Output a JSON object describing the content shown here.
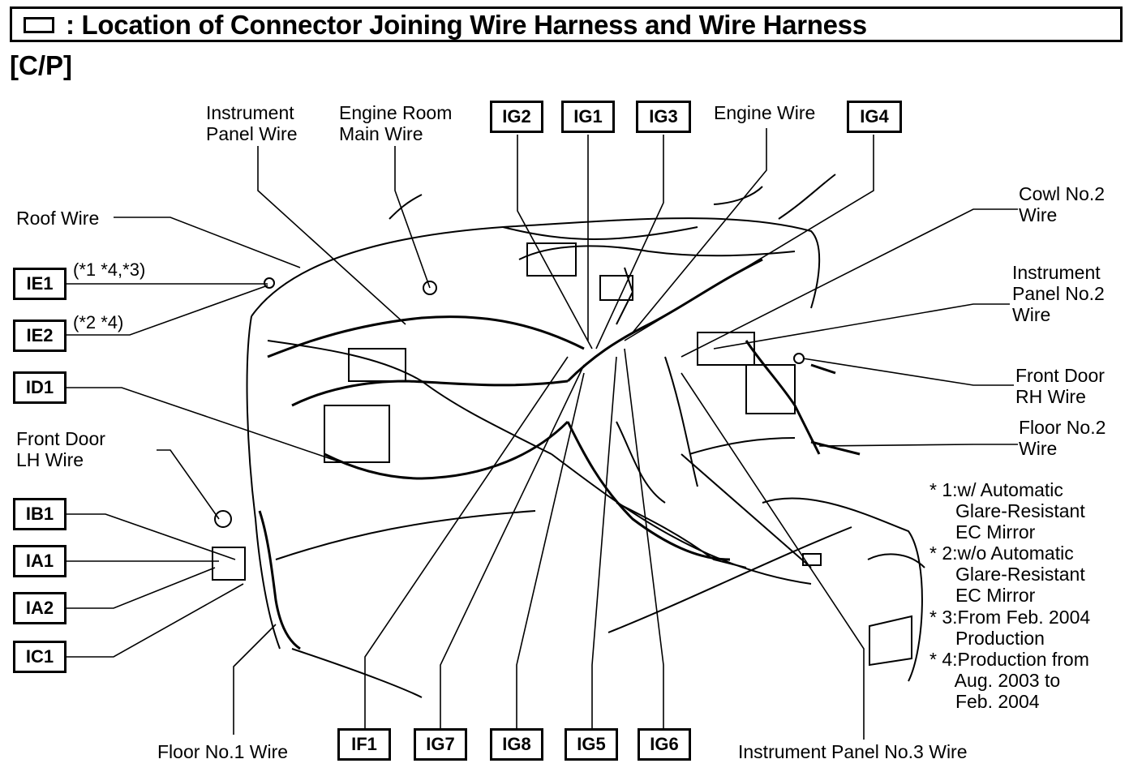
{
  "title": ": Location of Connector Joining Wire Harness and Wire Harness",
  "subtitle": "[C/P]",
  "connectors": {
    "IE1": "IE1",
    "IE2": "IE2",
    "ID1": "ID1",
    "IB1": "IB1",
    "IA1": "IA1",
    "IA2": "IA2",
    "IC1": "IC1",
    "IG1": "IG1",
    "IG2": "IG2",
    "IG3": "IG3",
    "IG4": "IG4",
    "IG5": "IG5",
    "IG6": "IG6",
    "IG7": "IG7",
    "IG8": "IG8",
    "IF1": "IF1"
  },
  "connector_notes": {
    "IE1": "(*1 *4,*3)",
    "IE2": "(*2 *4)"
  },
  "wires": {
    "instrument_panel": "Instrument\nPanel Wire",
    "engine_room_main": "Engine Room\nMain Wire",
    "engine": "Engine Wire",
    "cowl_no2": "Cowl No.2\nWire",
    "instrument_panel_no2": "Instrument\nPanel No.2\nWire",
    "front_door_rh": "Front Door\nRH Wire",
    "floor_no2": "Floor No.2\nWire",
    "roof": "Roof Wire",
    "front_door_lh": "Front Door\nLH Wire",
    "floor_no1": "Floor No.1 Wire",
    "instrument_panel_no3": "Instrument Panel No.3 Wire"
  },
  "footnotes": [
    "* 1:w/ Automatic\n     Glare-Resistant\n     EC Mirror",
    "* 2:w/o Automatic\n     Glare-Resistant\n     EC Mirror",
    "* 3:From Feb. 2004\n     Production",
    "* 4:Production from\n     Aug. 2003 to\n     Feb. 2004"
  ]
}
